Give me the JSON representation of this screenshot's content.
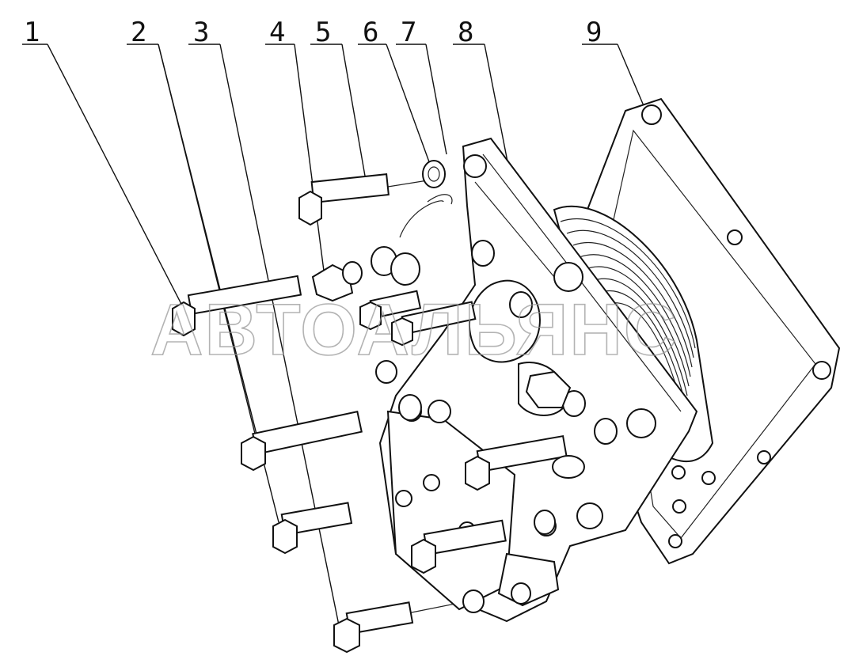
{
  "callouts": [
    {
      "id": "c1",
      "label": "1"
    },
    {
      "id": "c2",
      "label": "2"
    },
    {
      "id": "c3",
      "label": "3"
    },
    {
      "id": "c4",
      "label": "4"
    },
    {
      "id": "c5",
      "label": "5"
    },
    {
      "id": "c6",
      "label": "6"
    },
    {
      "id": "c7",
      "label": "7"
    },
    {
      "id": "c8",
      "label": "8"
    },
    {
      "id": "c9",
      "label": "9"
    }
  ],
  "watermark": {
    "text": "АВТОАЛЬЯНС"
  },
  "colors": {
    "line": "#111111",
    "watermark": "#9a9a9a",
    "background": "#ffffff"
  }
}
